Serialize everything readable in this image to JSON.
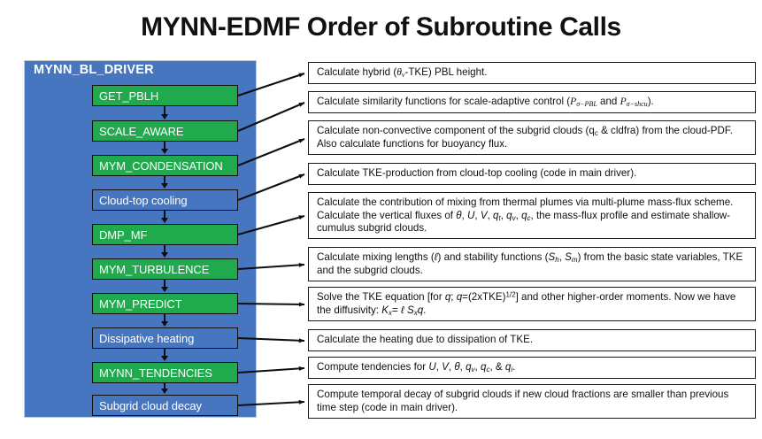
{
  "title": "MYNN-EDMF Order of Subroutine Calls",
  "driver": {
    "name": "MYNN_BL_DRIVER",
    "panel_color": "#4676c0",
    "subroutine_color": "#21a94d",
    "inline_color": "#4676c0"
  },
  "steps": [
    {
      "label": "GET_PBLH",
      "kind": "subroutine"
    },
    {
      "label": "SCALE_AWARE",
      "kind": "subroutine"
    },
    {
      "label": "MYM_CONDENSATION",
      "kind": "subroutine"
    },
    {
      "label": "Cloud-top cooling",
      "kind": "inline"
    },
    {
      "label": "DMP_MF",
      "kind": "subroutine"
    },
    {
      "label": "MYM_TURBULENCE",
      "kind": "subroutine"
    },
    {
      "label": "MYM_PREDICT",
      "kind": "subroutine"
    },
    {
      "label": "Dissipative heating",
      "kind": "inline"
    },
    {
      "label": "MYNN_TENDENCIES",
      "kind": "subroutine"
    },
    {
      "label": "Subgrid cloud decay",
      "kind": "inline"
    }
  ],
  "descriptions": [
    {
      "text": "Calculate hybrid (θv-TKE) PBL height."
    },
    {
      "text": "Calculate similarity functions for scale-adaptive control (Pσ−PBL and Pσ−shcu)."
    },
    {
      "text": "Calculate non-convective component of the subgrid clouds (qc & cldfra) from the cloud-PDF. Also calculate functions for buoyancy flux."
    },
    {
      "text": "Calculate TKE-production from cloud-top cooling (code in main driver)."
    },
    {
      "text": "Calculate the contribution of mixing from thermal plumes via multi-plume mass-flux scheme. Calculate the vertical fluxes of θ, U, V, qt, qv, qc, the mass-flux profile and estimate shallow-cumulus subgrid clouds."
    },
    {
      "text": "Calculate mixing lengths (ℓ) and stability functions (Sh, Sm) from the basic state variables, TKE and the subgrid clouds."
    },
    {
      "text": "Solve the TKE equation [for q; q=(2xTKE)1/2] and other higher-order moments. Now we have the diffusivity: Kx= ℓ Sxq."
    },
    {
      "text": "Calculate the heating due to dissipation of TKE."
    },
    {
      "text": "Compute tendencies for U, V, θ, qv, qc, & qi."
    },
    {
      "text": "Compute temporal decay of subgrid clouds if new cloud fractions are smaller than previous time step (code in main driver)."
    }
  ]
}
